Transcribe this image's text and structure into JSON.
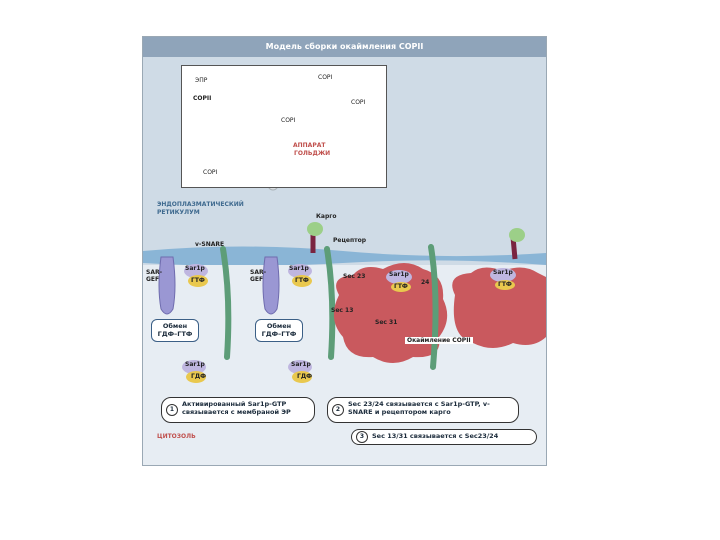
{
  "figure": {
    "title": "Модель сборки окаймления COPII",
    "inset": {
      "er_label": "ЭПР",
      "copii_label": "COPII",
      "copi_labels": [
        "COPI",
        "COPI",
        "COPI",
        "COPI"
      ],
      "golgi_label_line1": "АППАРАТ",
      "golgi_label_line2": "ГОЛЬДЖИ"
    },
    "er_label_line1": "ЭНДОПЛАЗМАТИЧЕСКИЙ",
    "er_label_line2": "РЕТИКУЛУМ",
    "cargo_label": "Карго",
    "receptor_label": "Рецептор",
    "vsnare_label": "v-SNARE",
    "sar_gef_1": "SAR-\nGEF",
    "sar_gef_2": "SAR-\nGEF",
    "sar1p_label": "Sar1p",
    "gtp_label": "ГТФ",
    "gdp_label": "ГДФ",
    "exchange_line1": "Обмен",
    "exchange_line2": "ГДФ–ГТФ",
    "sec23": "Sec 23",
    "sec24": "24",
    "sec13": "Sec 13",
    "sec31": "Sec 31",
    "coat_label": "Окаймление COPII",
    "cytosol_label": "ЦИТОЗОЛЬ",
    "steps": [
      {
        "num": "1",
        "text": "Активированный Sar1p-GTP связывается с мембраной ЭР"
      },
      {
        "num": "2",
        "text": "Sec 23/24 связывается с Sar1p-GTP, v-SNARE и рецептором карго"
      },
      {
        "num": "3",
        "text": "Sec 13/31 связывается с Sec23/24"
      }
    ]
  }
}
